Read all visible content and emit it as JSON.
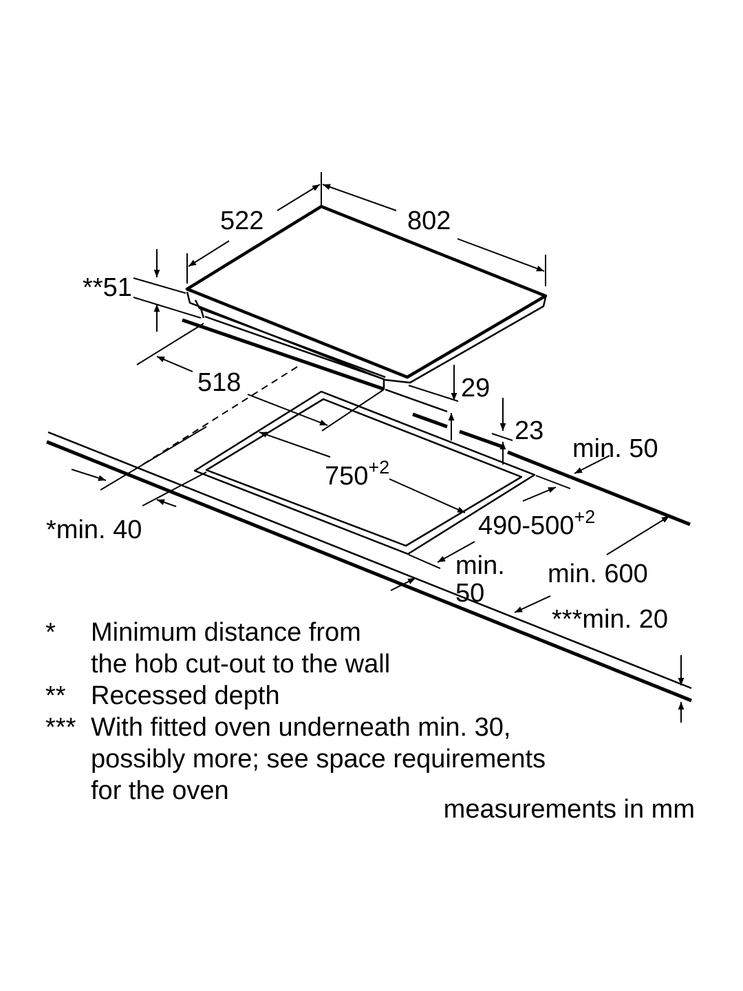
{
  "dimensions": {
    "depth": "522",
    "width": "802",
    "recessed_depth": "**51",
    "lower_depth": "518",
    "height_29": "29",
    "height_23": "23",
    "rear_clearance": "min. 50",
    "cutout_width": "750",
    "cutout_width_tolerance": "+2",
    "cutout_depth": "490-500",
    "cutout_depth_tolerance": "+2",
    "wall_distance": "*min. 40",
    "front_clearance_line1": "min.",
    "front_clearance_line2": "50",
    "worktop_depth": "min. 600",
    "worktop_thickness": "***min. 20"
  },
  "notes": [
    {
      "mark": "*",
      "lines": [
        "Minimum distance from",
        "the hob cut-out to the wall"
      ]
    },
    {
      "mark": "**",
      "lines": [
        "Recessed depth"
      ]
    },
    {
      "mark": "***",
      "lines": [
        "With fitted oven underneath min. 30,",
        "possibly more; see space requirements",
        "for the oven"
      ]
    }
  ],
  "units_label": "measurements in mm"
}
